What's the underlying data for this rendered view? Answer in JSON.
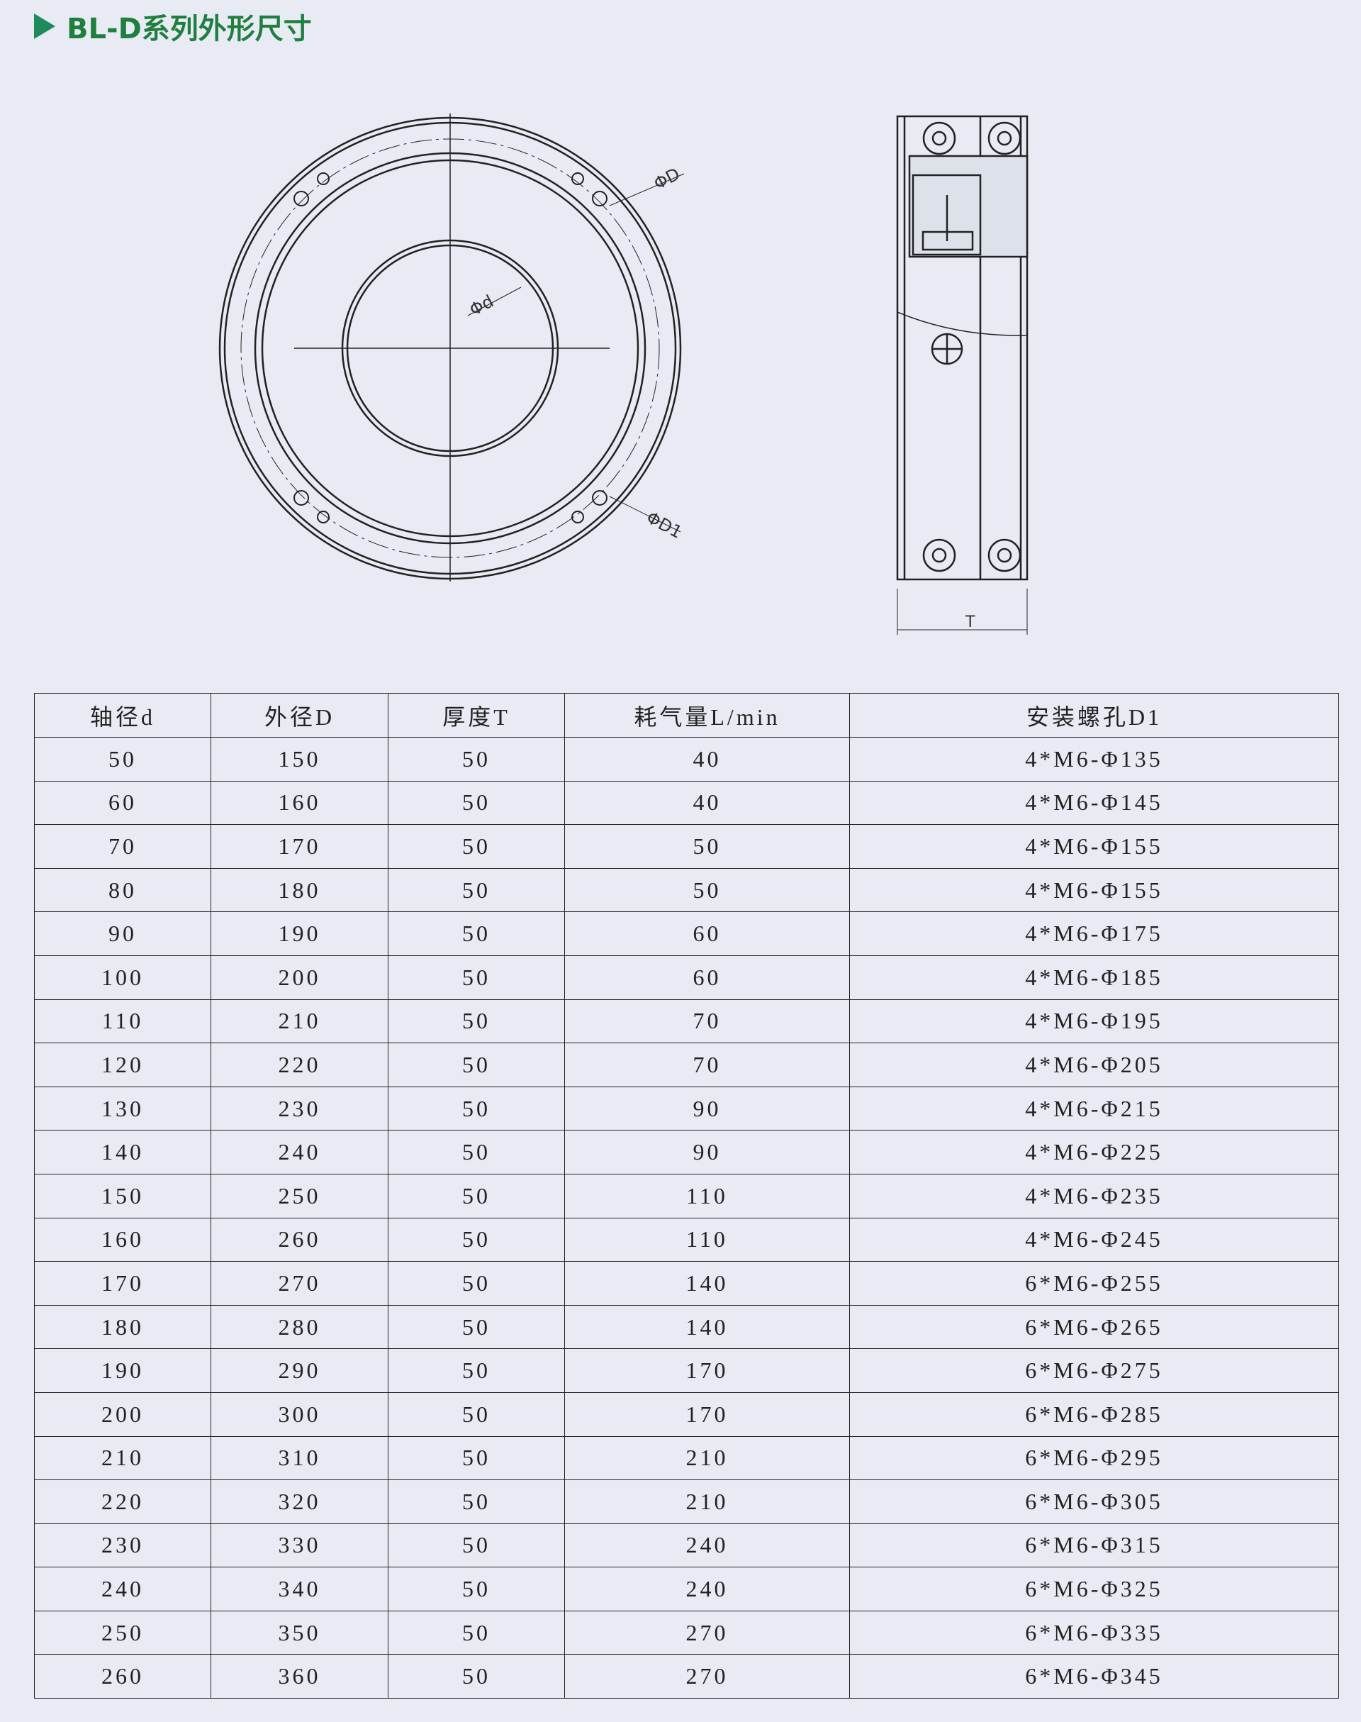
{
  "title": "BL-D系列外形尺寸",
  "drawing": {
    "label_D": "ΦD",
    "label_d": "Φd",
    "label_D1": "ΦD1",
    "label_T": "T"
  },
  "table": {
    "headers": [
      "轴径d",
      "外径D",
      "厚度T",
      "耗气量L/min",
      "安装螺孔D1"
    ],
    "rows": [
      [
        "50",
        "150",
        "50",
        "40",
        "4*M6-Φ135"
      ],
      [
        "60",
        "160",
        "50",
        "40",
        "4*M6-Φ145"
      ],
      [
        "70",
        "170",
        "50",
        "50",
        "4*M6-Φ155"
      ],
      [
        "80",
        "180",
        "50",
        "50",
        "4*M6-Φ155"
      ],
      [
        "90",
        "190",
        "50",
        "60",
        "4*M6-Φ175"
      ],
      [
        "100",
        "200",
        "50",
        "60",
        "4*M6-Φ185"
      ],
      [
        "110",
        "210",
        "50",
        "70",
        "4*M6-Φ195"
      ],
      [
        "120",
        "220",
        "50",
        "70",
        "4*M6-Φ205"
      ],
      [
        "130",
        "230",
        "50",
        "90",
        "4*M6-Φ215"
      ],
      [
        "140",
        "240",
        "50",
        "90",
        "4*M6-Φ225"
      ],
      [
        "150",
        "250",
        "50",
        "110",
        "4*M6-Φ235"
      ],
      [
        "160",
        "260",
        "50",
        "110",
        "4*M6-Φ245"
      ],
      [
        "170",
        "270",
        "50",
        "140",
        "6*M6-Φ255"
      ],
      [
        "180",
        "280",
        "50",
        "140",
        "6*M6-Φ265"
      ],
      [
        "190",
        "290",
        "50",
        "170",
        "6*M6-Φ275"
      ],
      [
        "200",
        "300",
        "50",
        "170",
        "6*M6-Φ285"
      ],
      [
        "210",
        "310",
        "50",
        "210",
        "6*M6-Φ295"
      ],
      [
        "220",
        "320",
        "50",
        "210",
        "6*M6-Φ305"
      ],
      [
        "230",
        "330",
        "50",
        "240",
        "6*M6-Φ315"
      ],
      [
        "240",
        "340",
        "50",
        "240",
        "6*M6-Φ325"
      ],
      [
        "250",
        "350",
        "50",
        "270",
        "6*M6-Φ335"
      ],
      [
        "260",
        "360",
        "50",
        "270",
        "6*M6-Φ345"
      ]
    ]
  }
}
